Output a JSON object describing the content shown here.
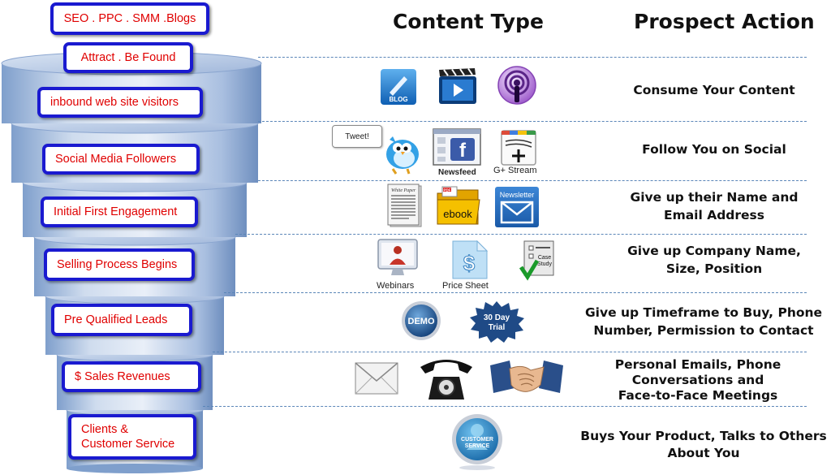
{
  "headers": {
    "content_type": "Content Type",
    "prospect_action": "Prospect Action"
  },
  "funnel_stages": [
    "SEO . PPC . SMM .Blogs",
    "Attract . Be Found",
    "inbound web site visitors",
    "Social Media Followers",
    "Initial First Engagement",
    "Selling Process Begins",
    "Pre Qualified Leads",
    "$ Sales Revenues",
    "Clients &",
    "Customer Service"
  ],
  "actions": [
    [
      "Consume Your Content"
    ],
    [
      "Follow You on Social"
    ],
    [
      "Give up their Name and",
      "Email Address"
    ],
    [
      "Give up Company Name,",
      "Size, Position"
    ],
    [
      "Give up Timeframe to Buy, Phone",
      "Number, Permission to Contact"
    ],
    [
      "Personal Emails, Phone",
      "Conversations and",
      "Face-to-Face Meetings"
    ],
    [
      "Buys Your Product, Talks to Others",
      "About You"
    ]
  ],
  "icon_labels": {
    "blog": "BLOG",
    "tweet": "Tweet!",
    "newsfeed": "Newsfeed",
    "gplus": "G+ Stream",
    "whitepaper": "White Paper",
    "pdf": "PDF",
    "ebook": "ebook",
    "newsletter": "Newsletter",
    "webinars": "Webinars",
    "pricesheet": "Price Sheet",
    "casestudy_1": "Case",
    "casestudy_2": "Study",
    "demo": "DEMO",
    "trial_1": "30 Day",
    "trial_2": "Trial",
    "customer_1": "CUSTOMER",
    "customer_2": "SERVICE"
  },
  "icons": [
    "blog-icon",
    "video-clapper-icon",
    "podcast-icon",
    "twitter-bird-icon",
    "newsfeed-facebook-icon",
    "google-plus-icon",
    "white-paper-icon",
    "ebook-folder-icon",
    "newsletter-envelope-icon",
    "webinar-monitor-icon",
    "price-sheet-icon",
    "case-study-icon",
    "demo-badge-icon",
    "trial-starburst-icon",
    "email-envelope-icon",
    "telephone-icon",
    "handshake-icon",
    "customer-service-badge-icon"
  ],
  "colors": {
    "funnel_border": "#1a1ad0",
    "funnel_text": "#e00000",
    "dashed_line": "#5b86b8",
    "funnel_fill": "#a8bfe0"
  }
}
